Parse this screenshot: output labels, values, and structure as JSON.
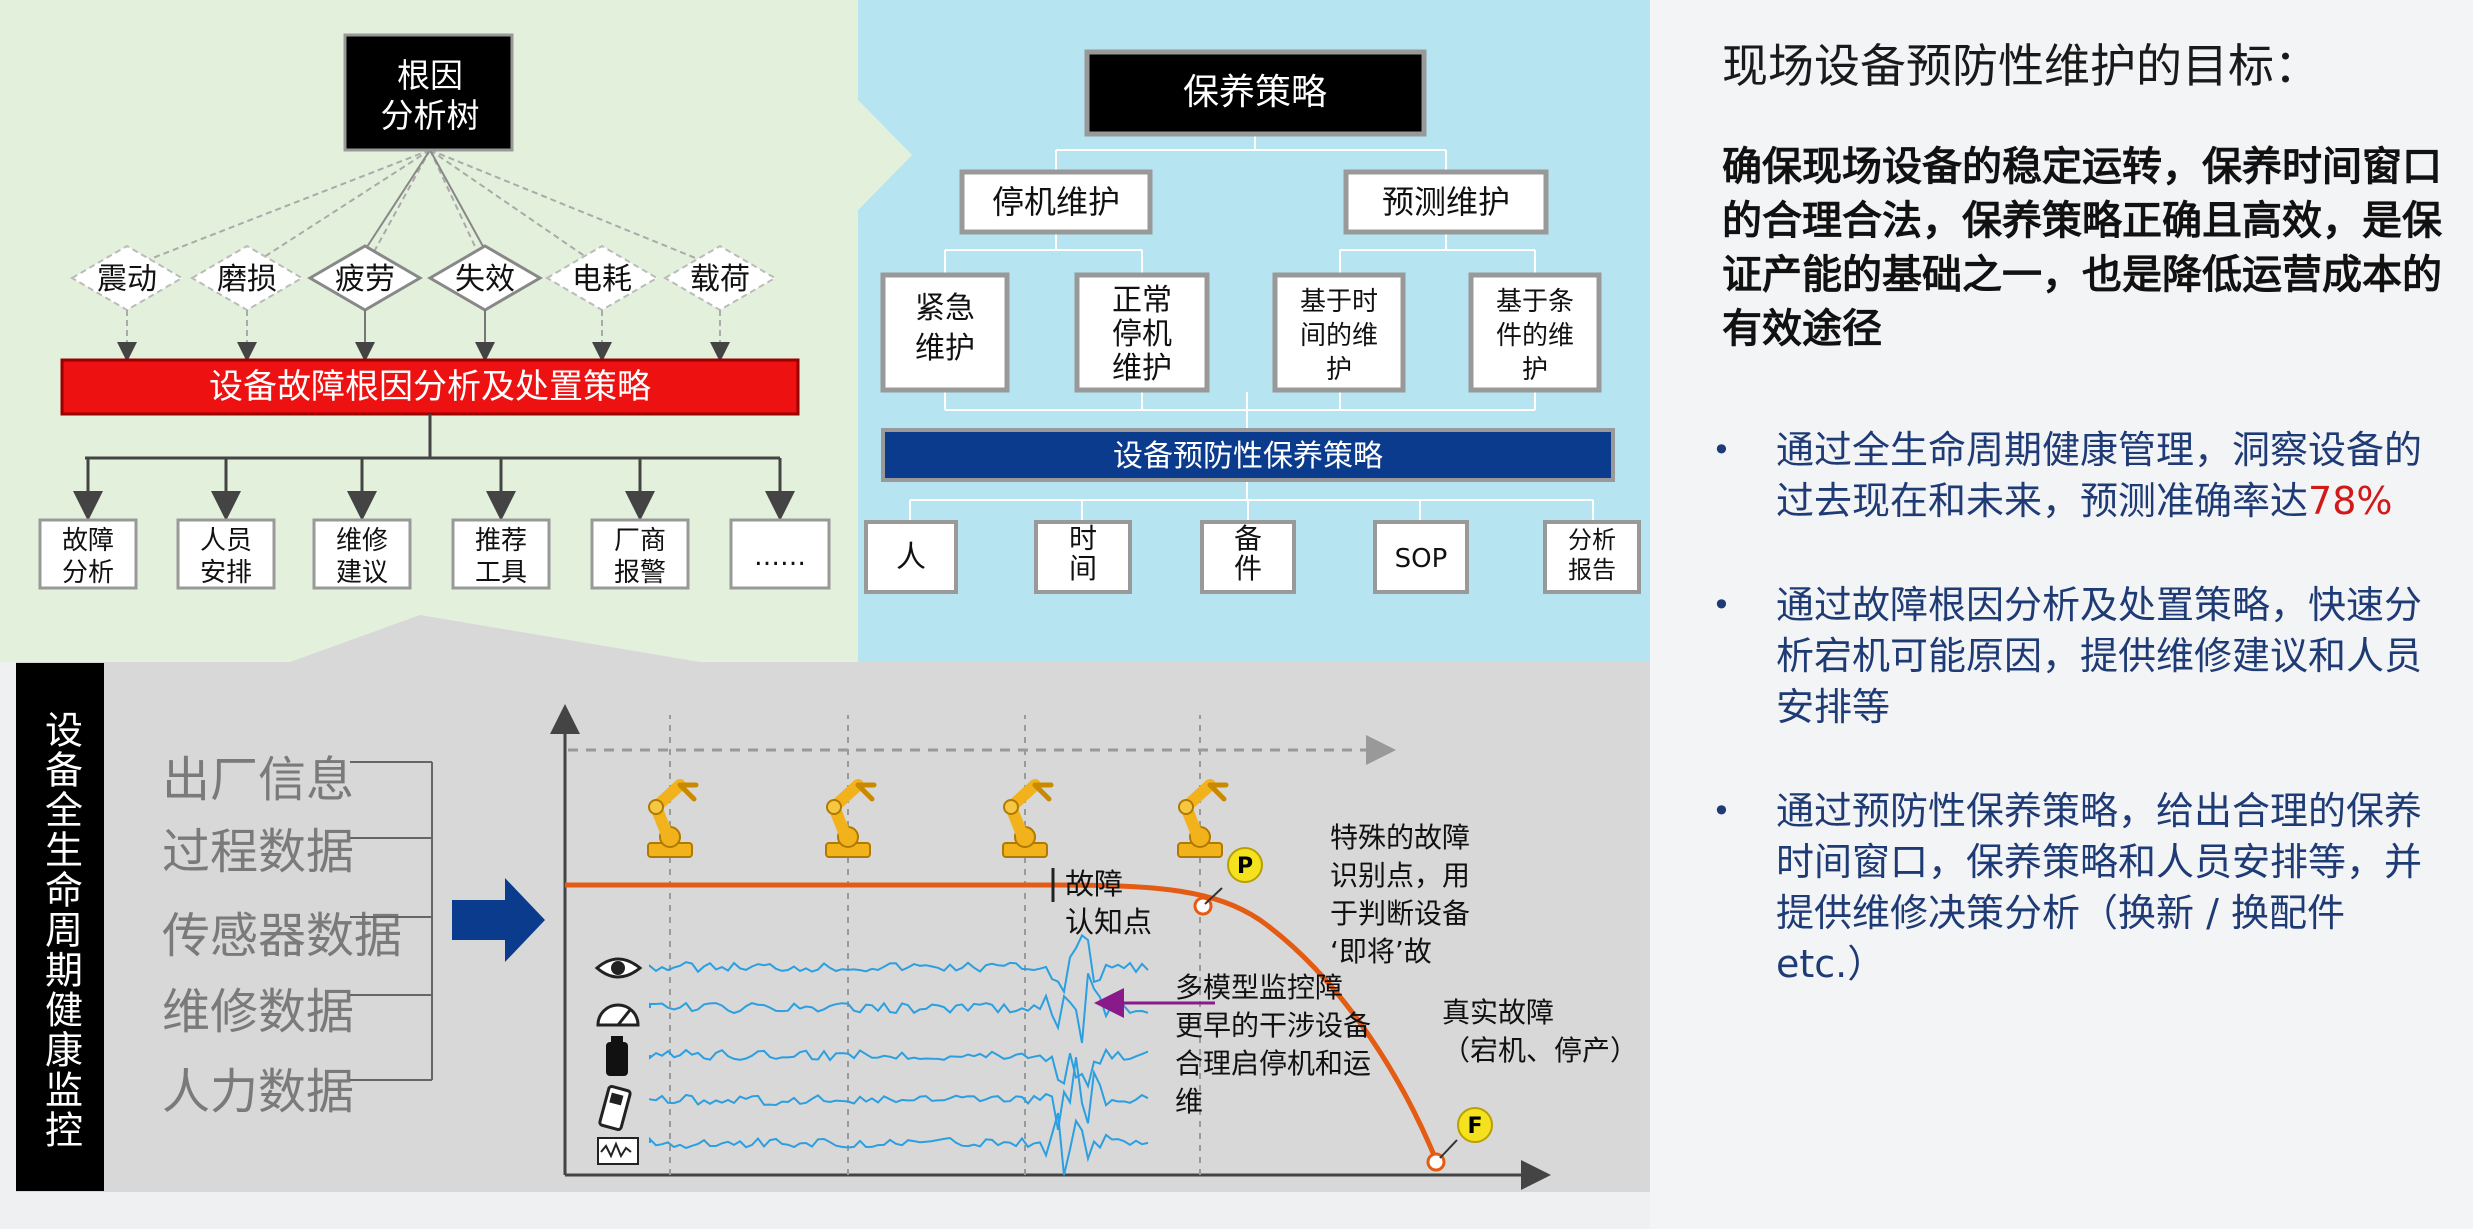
{
  "left_tree": {
    "root": "根因\n分析树",
    "factors": [
      "震动",
      "磨损",
      "疲劳",
      "失效",
      "电耗",
      "载荷"
    ],
    "banner": "设备故障根因分析及处置策略",
    "outputs": [
      "故障\n分析",
      "人员\n安排",
      "维修\n建议",
      "推荐\n工具",
      "厂商\n报警",
      "……"
    ]
  },
  "maint_tree": {
    "root": "保养策略",
    "level1": [
      "停机维护",
      "预测维护"
    ],
    "level2": [
      "紧急\n维护",
      "正常\n停机\n维护",
      "基于时\n间的维\n护",
      "基于条\n件的维\n护"
    ],
    "banner": "设备预防性保养策略",
    "outputs": [
      "人",
      "时\n间",
      "备\n件",
      "SOP",
      "分析\n报告"
    ]
  },
  "lifecycle": {
    "vertical_title": "设备全生命周期健康监控",
    "data_sources": [
      "出厂信息",
      "过程数据",
      "传感器数据",
      "维修数据",
      "人力数据"
    ],
    "annotations": {
      "fault_cognition": "故障\n认知点",
      "special_point": "特殊的故障\n识别点，用\n于判断设备\n‘即将’故",
      "multi_model": "多模型监控障\n更早的干涉设备\n合理启停机和运\n维",
      "real_fault": "真实故障\n（宕机、停产）",
      "marker_p": "P",
      "marker_f": "F"
    }
  },
  "goals": {
    "title": "现场设备预防性维护的目标：",
    "body": "确保现场设备的稳定运转，保养时间窗口的合理合法，保养策略正确且高效，是保证产能的基础之一，也是降低运营成本的有效途径",
    "bullets": [
      {
        "pre": "通过全生命周期健康管理，洞察设备的过去现在和未来，预测准确率达",
        "highlight": "78%"
      },
      {
        "pre": "通过故障根因分析及处置策略，快速分析宕机可能原因，提供维修建议和人员安排等",
        "highlight": ""
      },
      {
        "pre": "通过预防性保养策略，给出合理的保养时间窗口，保养策略和人员安排等，并提供维修决策分析（换新 / 换配件 etc.）",
        "highlight": ""
      }
    ],
    "bullet_glyph": "•"
  }
}
